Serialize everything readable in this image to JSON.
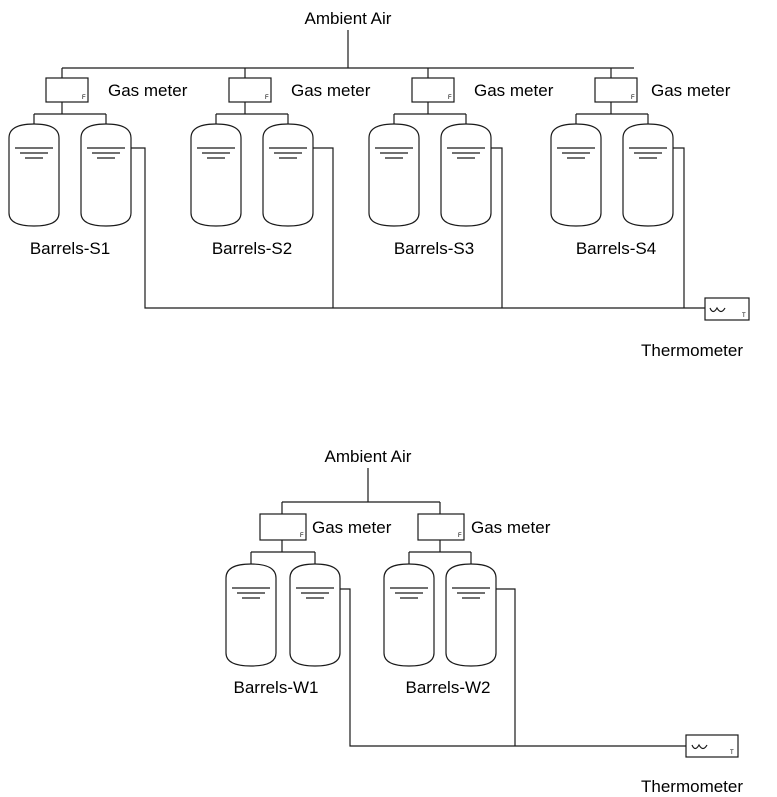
{
  "diagram": {
    "top": {
      "air_label": "Ambient Air",
      "meter_label": "Gas meter",
      "meter_mark": "F",
      "groups": [
        {
          "label": "Barrels-S1"
        },
        {
          "label": "Barrels-S2"
        },
        {
          "label": "Barrels-S3"
        },
        {
          "label": "Barrels-S4"
        }
      ],
      "thermometer_label": "Thermometer",
      "thermometer_mark": "T"
    },
    "bottom": {
      "air_label": "Ambient Air",
      "meter_label": "Gas meter",
      "meter_mark": "F",
      "groups": [
        {
          "label": "Barrels-W1"
        },
        {
          "label": "Barrels-W2"
        }
      ],
      "thermometer_label": "Thermometer",
      "thermometer_mark": "T"
    }
  }
}
